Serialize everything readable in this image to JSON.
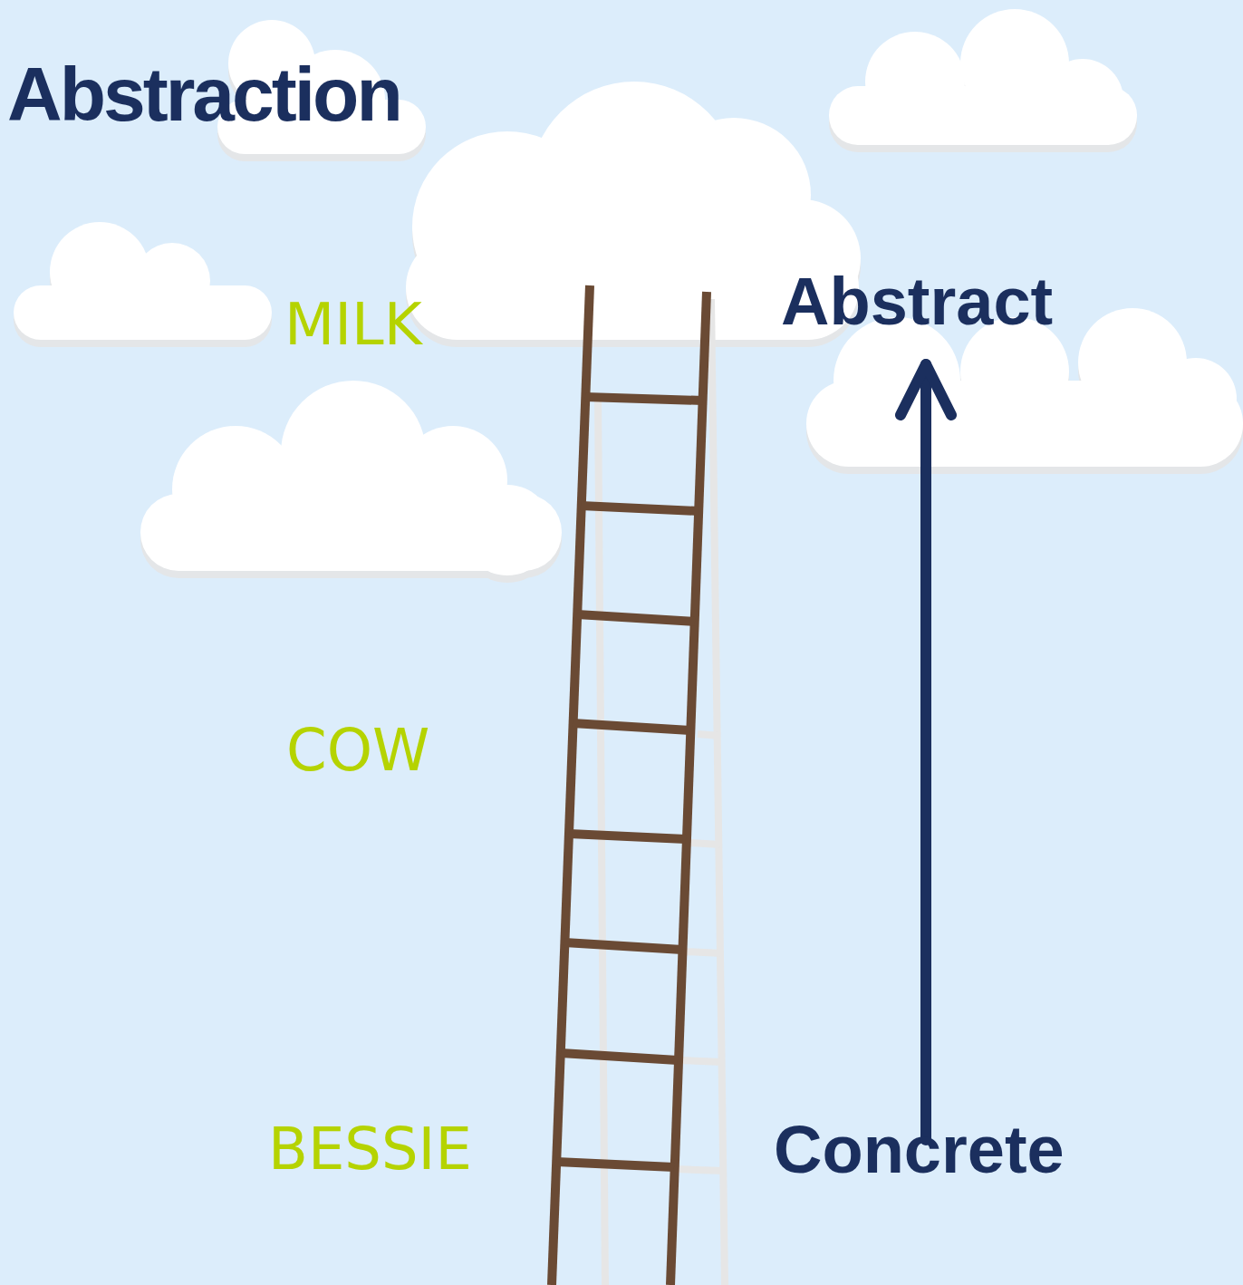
{
  "diagram": {
    "title": "Abstraction",
    "labels": [
      "MILK",
      "COW",
      "BESSIE",
      "Abstract",
      "Concrete"
    ]
  }
}
